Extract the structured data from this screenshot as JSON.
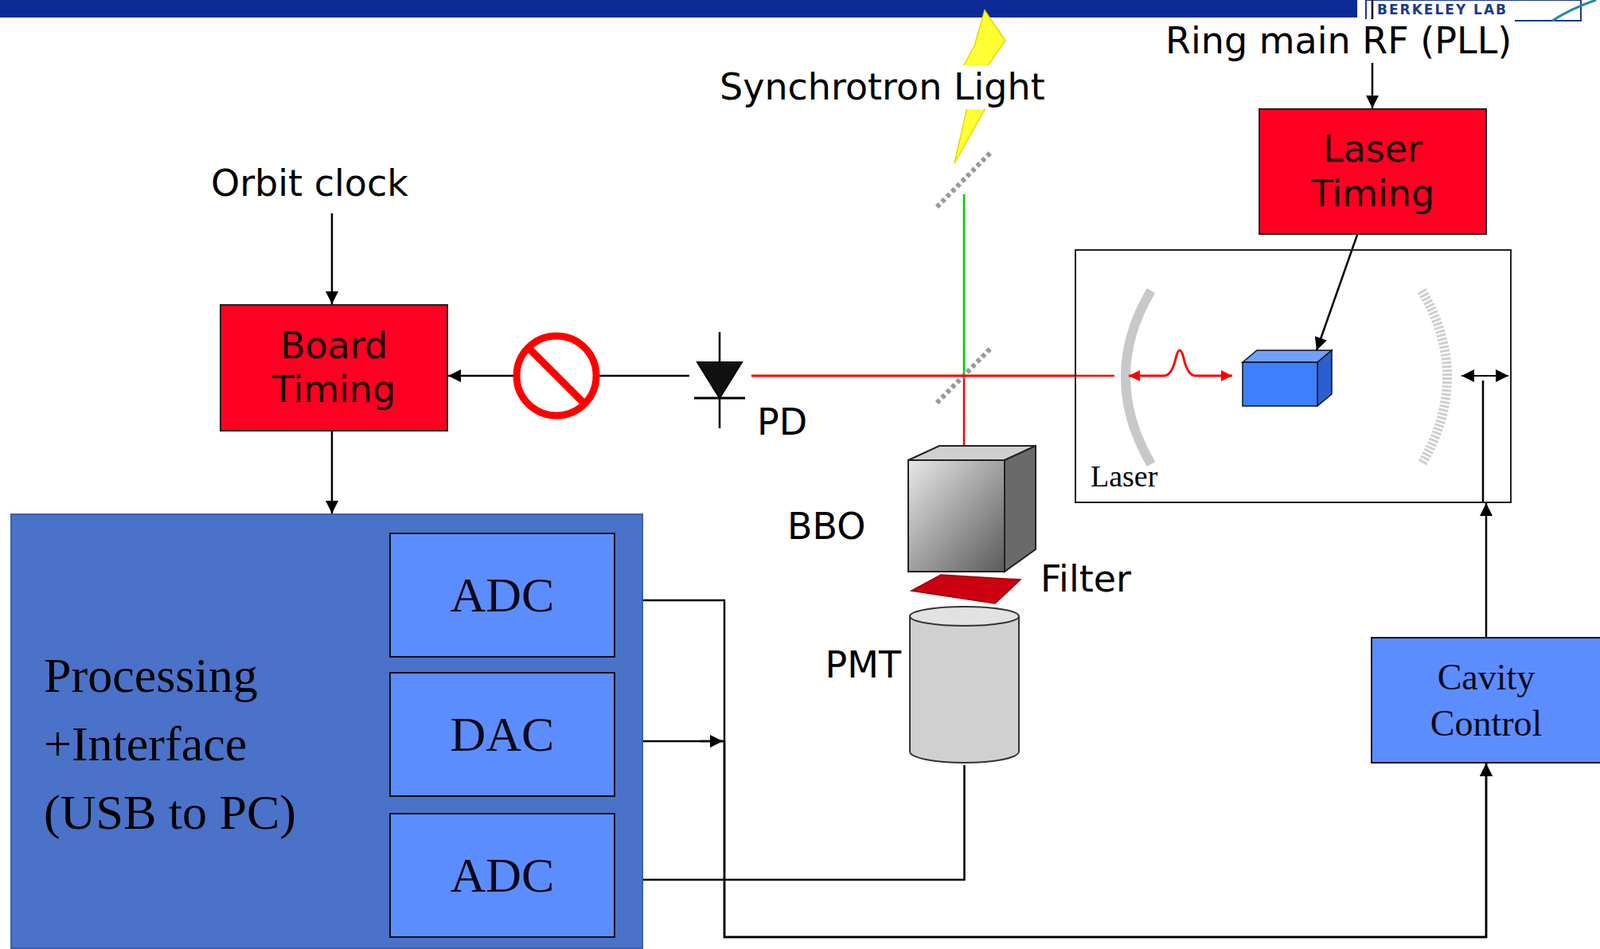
{
  "diagram": {
    "nodes": [
      {
        "text": [
          "Board Timing"
        ]
      },
      {
        "text": [
          "Laser Timing"
        ]
      },
      {
        "text": [
          "Processing +Interface (USB to PC)"
        ]
      },
      {
        "text": [
          "ADC"
        ],
        "in": 2
      },
      {
        "text": [
          "DAC"
        ],
        "in": 2
      },
      {
        "text": [
          "ADC"
        ],
        "in": 2
      },
      {
        "text": [
          "Laser"
        ]
      },
      {
        "text": [
          "Cavity Control"
        ]
      },
      {
        "text": [
          "PD"
        ]
      },
      {
        "text": [
          "PMT"
        ]
      }
    ],
    "edges": [
      {
        "from": 0,
        "to": 2,
        "arrow": "to"
      },
      {
        "from": 1,
        "to": 6,
        "arrow": "to"
      },
      {
        "from": 8,
        "to": 0,
        "arrow": "to"
      },
      {
        "from": 6,
        "to": 8,
        "arrow": "none"
      },
      {
        "from": 9,
        "to": 5,
        "arrow": "to"
      },
      {
        "from": 4,
        "to": 7,
        "arrow": "to"
      },
      {
        "from": 7,
        "to": 3,
        "arrow": "both"
      },
      {
        "from": 7,
        "to": 6,
        "arrow": "to"
      }
    ],
    "labels": [
      "BERKELEY LAB",
      "Ring main RF (PLL)",
      "Synchrotron Light",
      "Orbit clock",
      "BBO",
      "Filter"
    ]
  }
}
